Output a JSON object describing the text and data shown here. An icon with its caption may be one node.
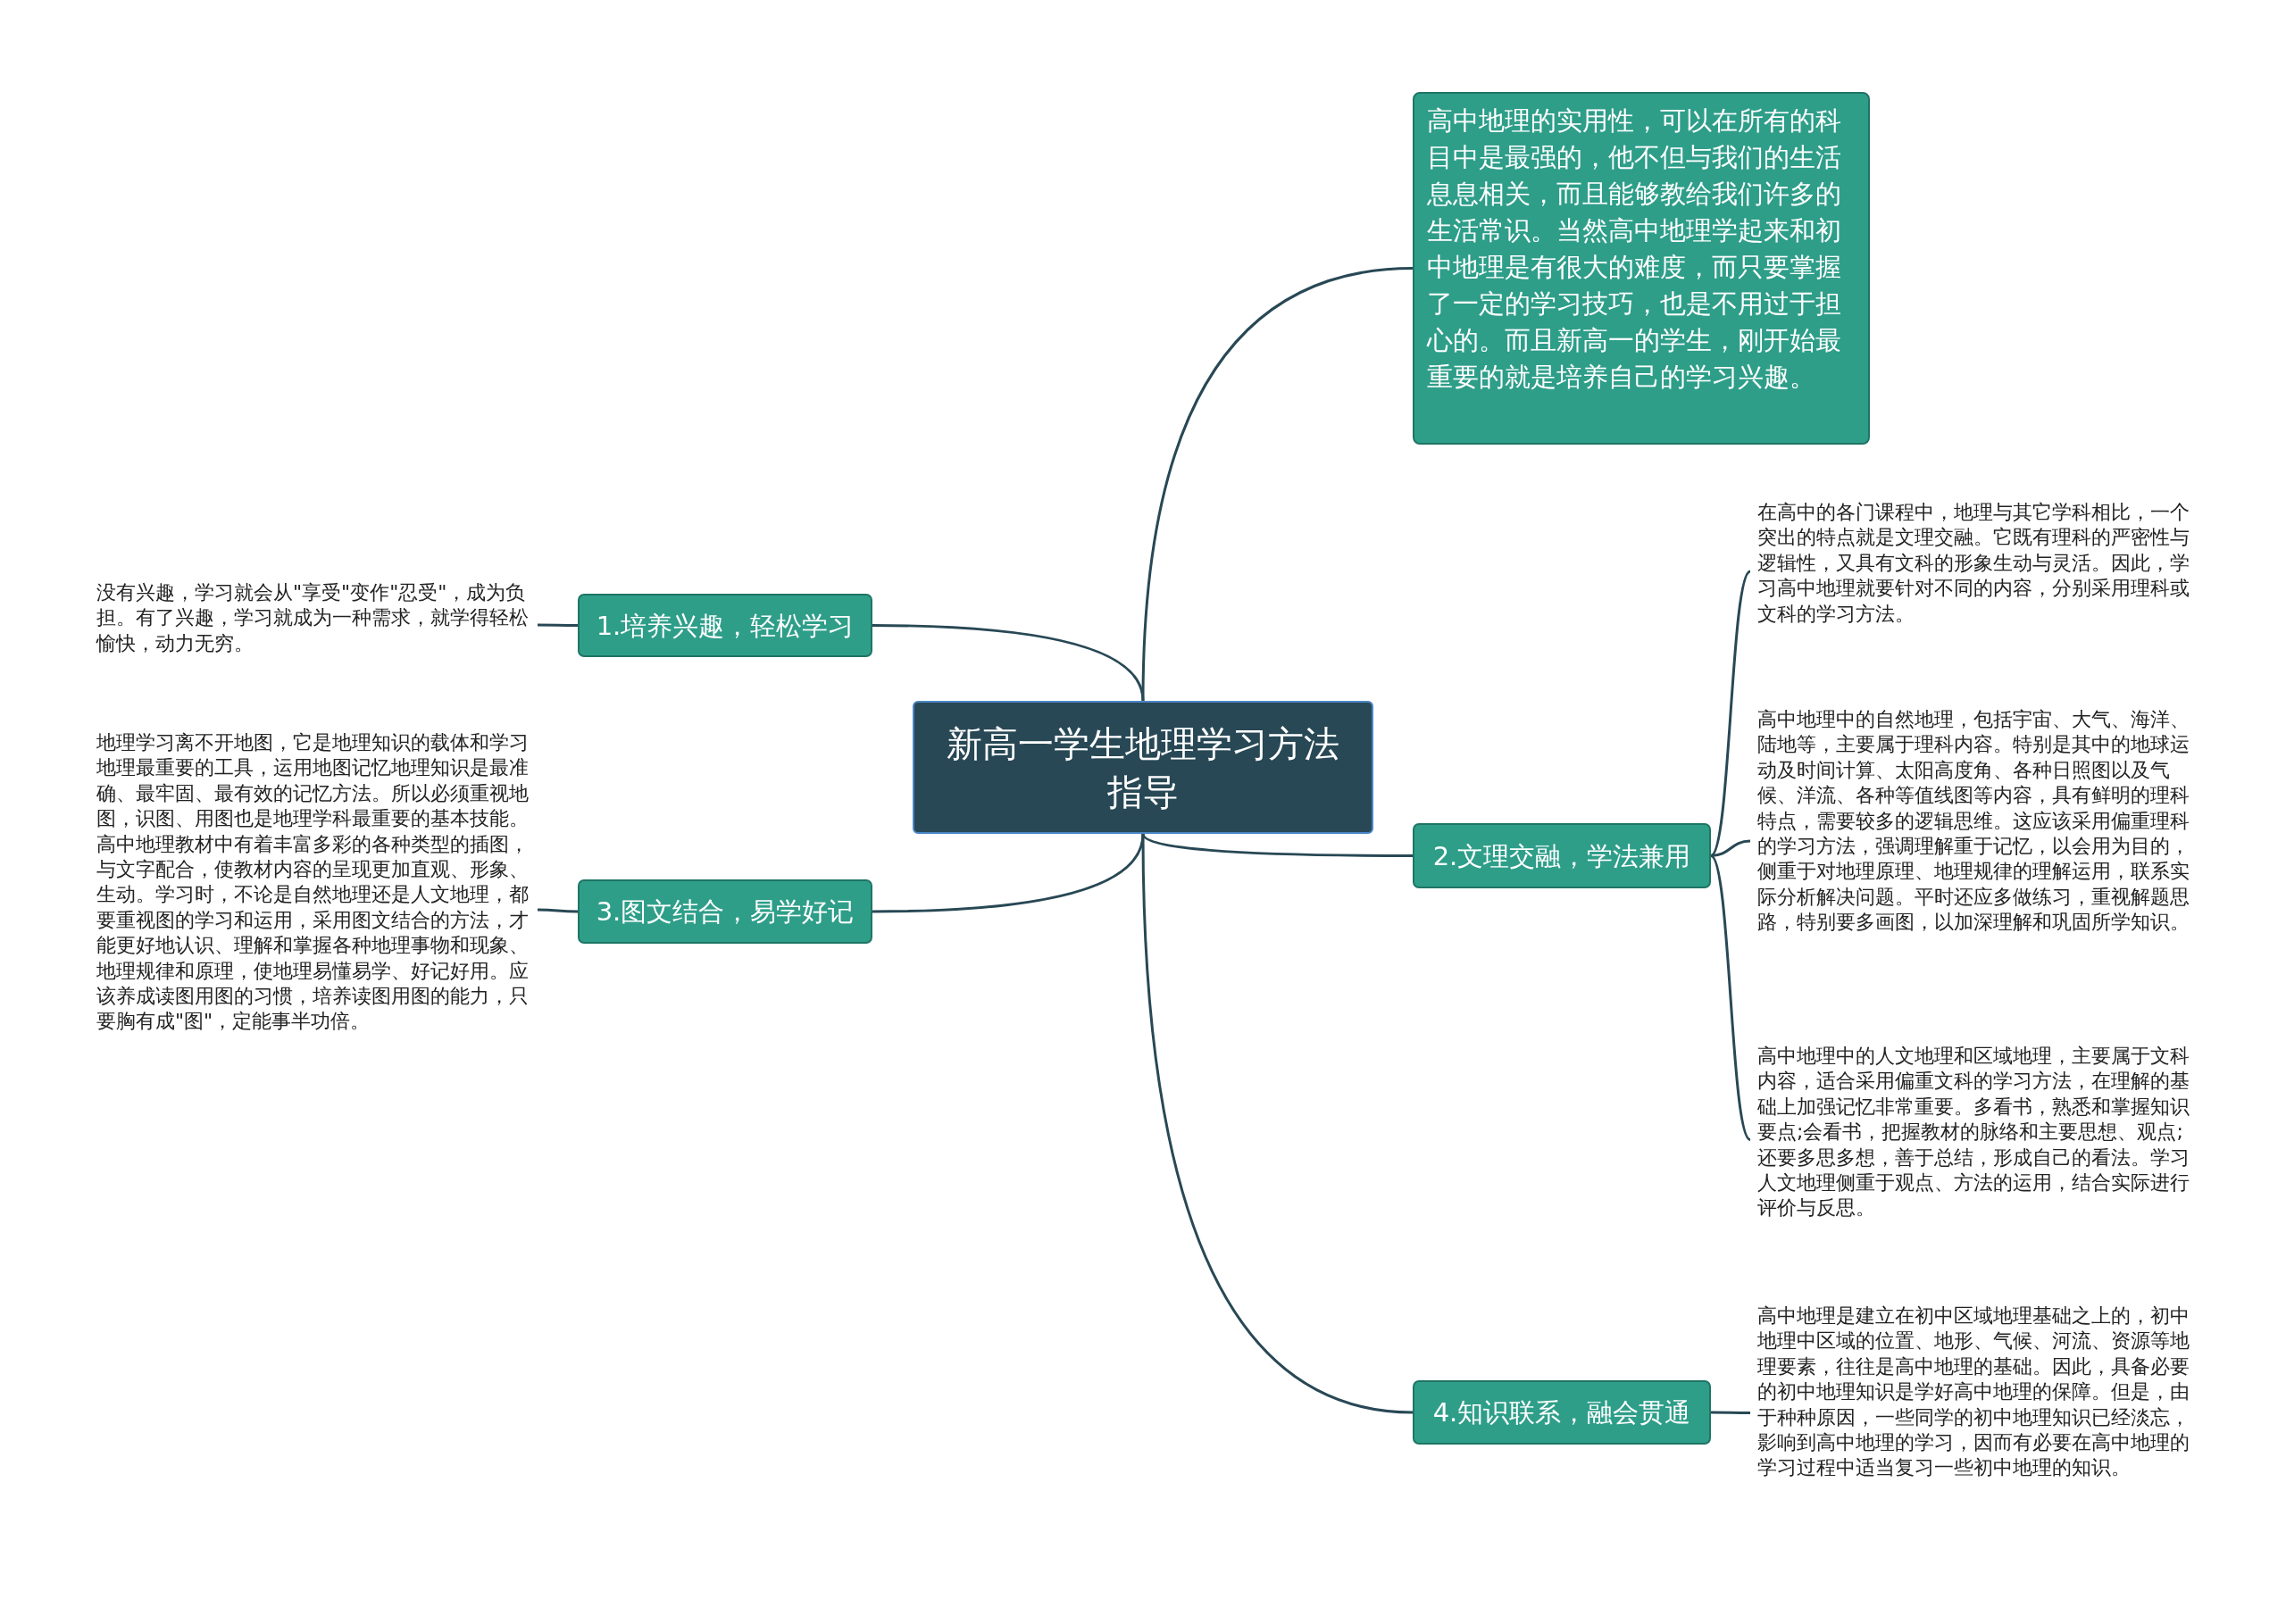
{
  "diagram": {
    "nodes": [
      {
        "text": [
          "新高一学生地理学习方法指导"
        ]
      },
      {
        "text": [
          "高中地理的实用性，可以在所有的科目中是最强的，他不但与我们的生活息息相关，而且能够教给我们许多的生活常识。当然高中地理学起来和初中地理是有很大的难度，而只要掌握了一定的学习技巧，也是不用过于担心的。而且新高一的学生，刚开始最重要的就是培养自己的学习兴趣。"
        ]
      },
      {
        "text": [
          "1.培养兴趣，轻松学习"
        ]
      },
      {
        "text": [
          "没有兴趣，学习就会从\"享受\"变作\"忍受\"，成为负担。有了兴趣，学习就成为一种需求，就学得轻松愉快，动力无穷。"
        ]
      },
      {
        "text": [
          "2.文理交融，学法兼用"
        ]
      },
      {
        "text": [
          "在高中的各门课程中，地理与其它学科相比，一个突出的特点就是文理交融。它既有理科的严密性与逻辑性，又具有文科的形象生动与灵活。因此，学习高中地理就要针对不同的内容，分别采用理科或文科的学习方法。"
        ]
      },
      {
        "text": [
          "高中地理中的自然地理，包括宇宙、大气、海洋、陆地等，主要属于理科内容。特别是其中的地球运动及时间计算、太阳高度角、各种日照图以及气候、洋流、各种等值线图等内容，具有鲜明的理科特点，需要较多的逻辑思维。这应该采用偏重理科的学习方法，强调理解重于记忆，以会用为目的，侧重于对地理原理、地理规律的理解运用，联系实际分析解决问题。平时还应多做练习，重视解题思路，特别要多画图，以加深理解和巩固所学知识。"
        ]
      },
      {
        "text": [
          "高中地理中的人文地理和区域地理，主要属于文科内容，适合采用偏重文科的学习方法，在理解的基础上加强记忆非常重要。多看书，熟悉和掌握知识要点;会看书，把握教材的脉络和主要思想、观点;还要多思多想，善于总结，形成自己的看法。学习人文地理侧重于观点、方法的运用，结合实际进行评价与反思。"
        ]
      },
      {
        "text": [
          "3.图文结合，易学好记"
        ]
      },
      {
        "text": [
          "地理学习离不开地图，它是地理知识的载体和学习地理最重要的工具，运用地图记忆地理知识是最准确、最牢固、最有效的记忆方法。所以必须重视地图，识图、用图也是地理学科最重要的基本技能。高中地理教材中有着丰富多彩的各种类型的插图，与文字配合，使教材内容的呈现更加直观、形象、生动。学习时，不论是自然地理还是人文地理，都要重视图的学习和运用，采用图文结合的方法，才能更好地认识、理解和掌握各种地理事物和现象、地理规律和原理，使地理易懂易学、好记好用。应该养成读图用图的习惯，培养读图用图的能力，只要胸有成\"图\"，定能事半功倍。"
        ]
      },
      {
        "text": [
          "4.知识联系，融会贯通"
        ]
      },
      {
        "text": [
          "高中地理是建立在初中区域地理基础之上的，初中地理中区域的位置、地形、气候、河流、资源等地理要素，往往是高中地理的基础。因此，具备必要的初中地理知识是学好高中地理的保障。但是，由于种种原因，一些同学的初中地理知识已经淡忘，影响到高中地理的学习，因而有必要在高中地理的学习过程中适当复习一些初中地理的知识。"
        ]
      }
    ],
    "edges": [
      {
        "from": 0,
        "to": 1,
        "arrow": "none"
      },
      {
        "from": 0,
        "to": 2,
        "arrow": "none"
      },
      {
        "from": 2,
        "to": 3,
        "arrow": "none"
      },
      {
        "from": 0,
        "to": 4,
        "arrow": "none"
      },
      {
        "from": 4,
        "to": 5,
        "arrow": "none"
      },
      {
        "from": 4,
        "to": 6,
        "arrow": "none"
      },
      {
        "from": 4,
        "to": 7,
        "arrow": "none"
      },
      {
        "from": 0,
        "to": 8,
        "arrow": "none"
      },
      {
        "from": 8,
        "to": 9,
        "arrow": "none"
      },
      {
        "from": 0,
        "to": 10,
        "arrow": "none"
      },
      {
        "from": 10,
        "to": 11,
        "arrow": "none"
      }
    ]
  }
}
